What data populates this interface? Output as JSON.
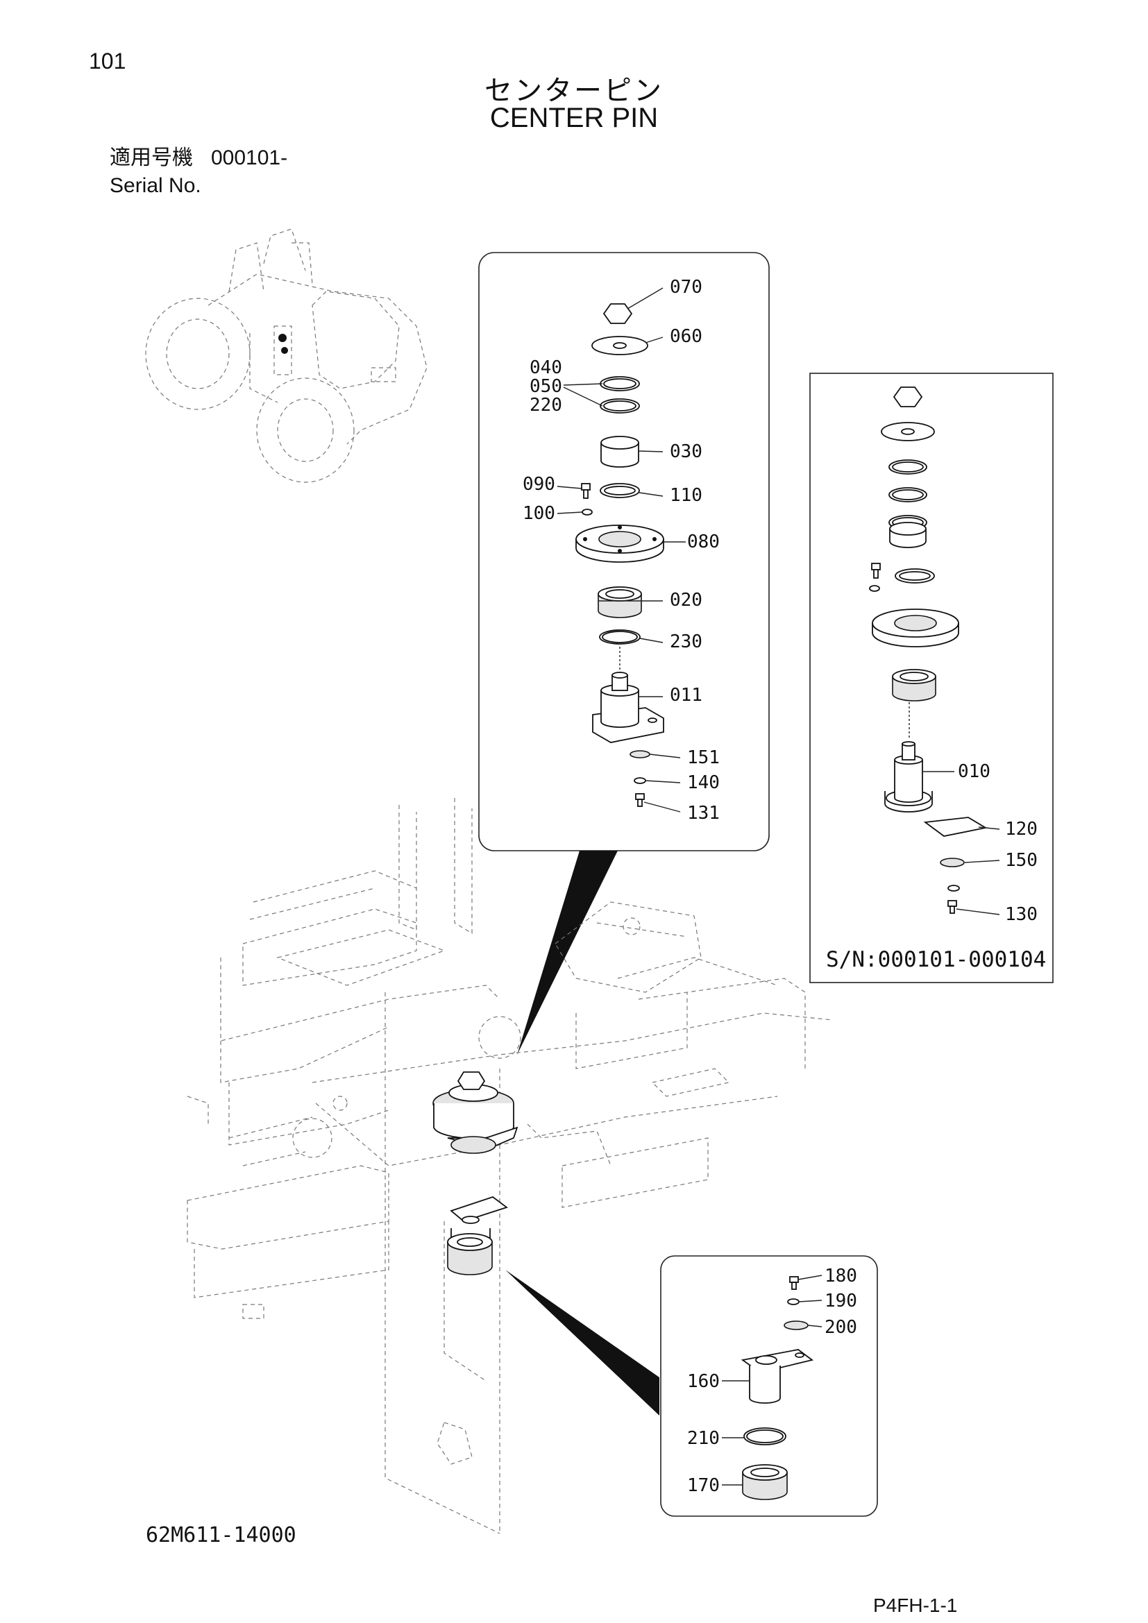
{
  "page_number": "101",
  "title_jp": "センターピン",
  "title_en": "CENTER PIN",
  "serial": {
    "label_jp": "適用号機",
    "value": "000101-",
    "label_en": "Serial No."
  },
  "callouts_main": [
    "070",
    "060",
    "040",
    "050",
    "220",
    "030",
    "090",
    "110",
    "100",
    "080",
    "020",
    "230",
    "011",
    "151",
    "140",
    "131"
  ],
  "callouts_side": [
    "010",
    "120",
    "150",
    "130"
  ],
  "side_serial": "S/N:000101-000104",
  "callouts_lower": [
    "180",
    "190",
    "200",
    "160",
    "210",
    "170"
  ],
  "part_code": "62M611-14000",
  "page_ref": "P4FH-1-1"
}
